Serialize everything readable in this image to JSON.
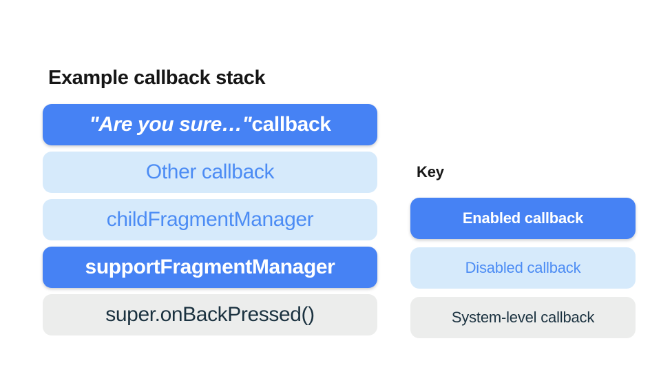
{
  "stack": {
    "title": "Example callback stack",
    "items": [
      {
        "label_italic": "\"Are you sure…\"",
        "label_rest": " callback",
        "type": "enabled"
      },
      {
        "label": "Other callback",
        "type": "disabled"
      },
      {
        "label": "childFragmentManager",
        "type": "disabled"
      },
      {
        "label": "supportFragmentManager",
        "type": "enabled"
      },
      {
        "label": "super.onBackPressed()",
        "type": "system"
      }
    ]
  },
  "key": {
    "title": "Key",
    "items": [
      {
        "label": "Enabled callback",
        "type": "enabled"
      },
      {
        "label": "Disabled callback",
        "type": "disabled"
      },
      {
        "label": "System-level callback",
        "type": "system"
      }
    ]
  },
  "colors": {
    "enabled_bg": "#4682F4",
    "enabled_text": "#FFFFFF",
    "disabled_bg": "#D6EAFB",
    "disabled_text": "#4C8CF4",
    "system_bg": "#ECEDEC",
    "system_text": "#1B3240",
    "title_text": "#161616",
    "page_bg": "#FFFFFF"
  }
}
